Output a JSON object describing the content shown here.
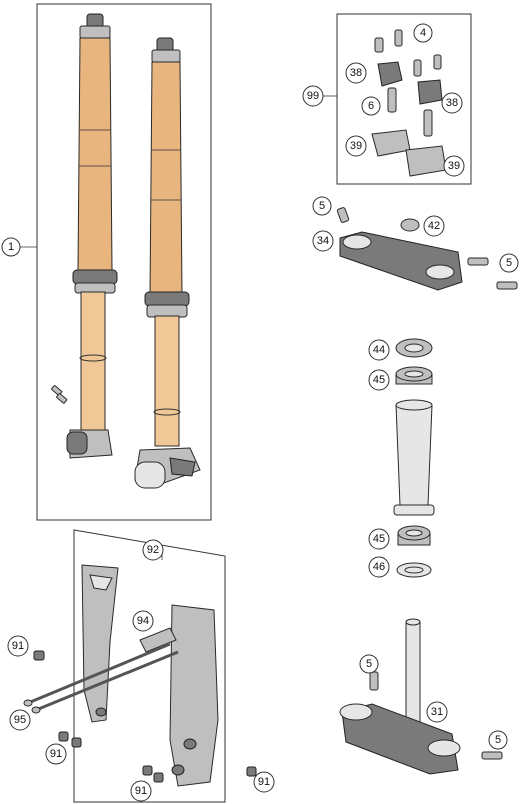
{
  "callouts": {
    "c1": "1",
    "c4": "4",
    "c38a": "38",
    "c38b": "38",
    "c99": "99",
    "c6": "6",
    "c39a": "39",
    "c39b": "39",
    "c5a": "5",
    "c42": "42",
    "c34": "34",
    "c5b": "5",
    "c44": "44",
    "c45a": "45",
    "c45b": "45",
    "c46": "46",
    "c92": "92",
    "c94": "94",
    "c91a": "91",
    "c95": "95",
    "c91b": "91",
    "c91c": "91",
    "c91d": "91",
    "c5c": "5",
    "c31": "31",
    "c5d": "5"
  },
  "colors": {
    "orange": "#e8b57f",
    "grey": "#bfbfbf",
    "line": "#333333"
  }
}
